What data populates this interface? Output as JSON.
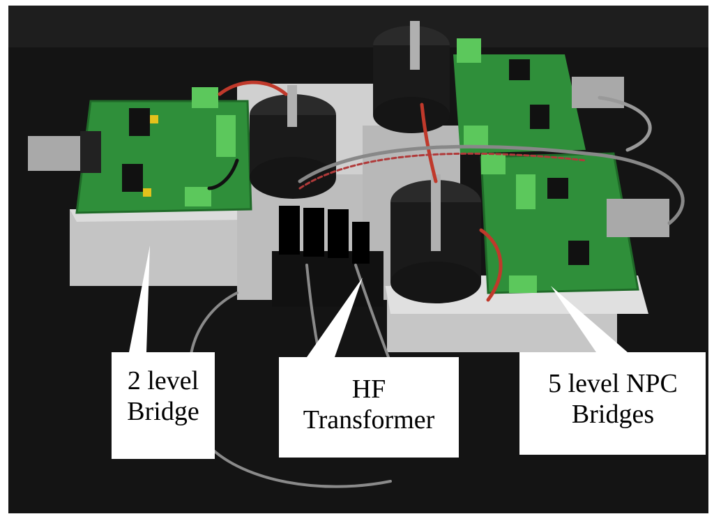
{
  "image": {
    "description_colors": {
      "background": "#141414",
      "pcb_green": "#2f8f3a",
      "aluminum": "#c9c9c9",
      "capacitor_black": "#1a1a1a",
      "wire_red": "#c0392b",
      "connector_green": "#5cc85c",
      "callout_fill": "#ffffff"
    }
  },
  "callouts": [
    {
      "line1": "2 level",
      "line2": "Bridge"
    },
    {
      "line1": "HF",
      "line2": "Transformer"
    },
    {
      "line1": "5 level NPC",
      "line2": "Bridges"
    }
  ]
}
